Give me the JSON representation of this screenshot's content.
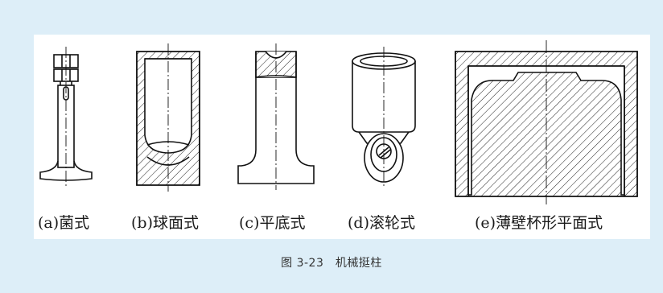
{
  "figure": {
    "labels": [
      "(a)菌式",
      "(b)球面式",
      "(c)平底式",
      "(d)滚轮式",
      "(e)薄壁杯形平面式"
    ],
    "caption": "图 3-23　机械挺柱"
  }
}
